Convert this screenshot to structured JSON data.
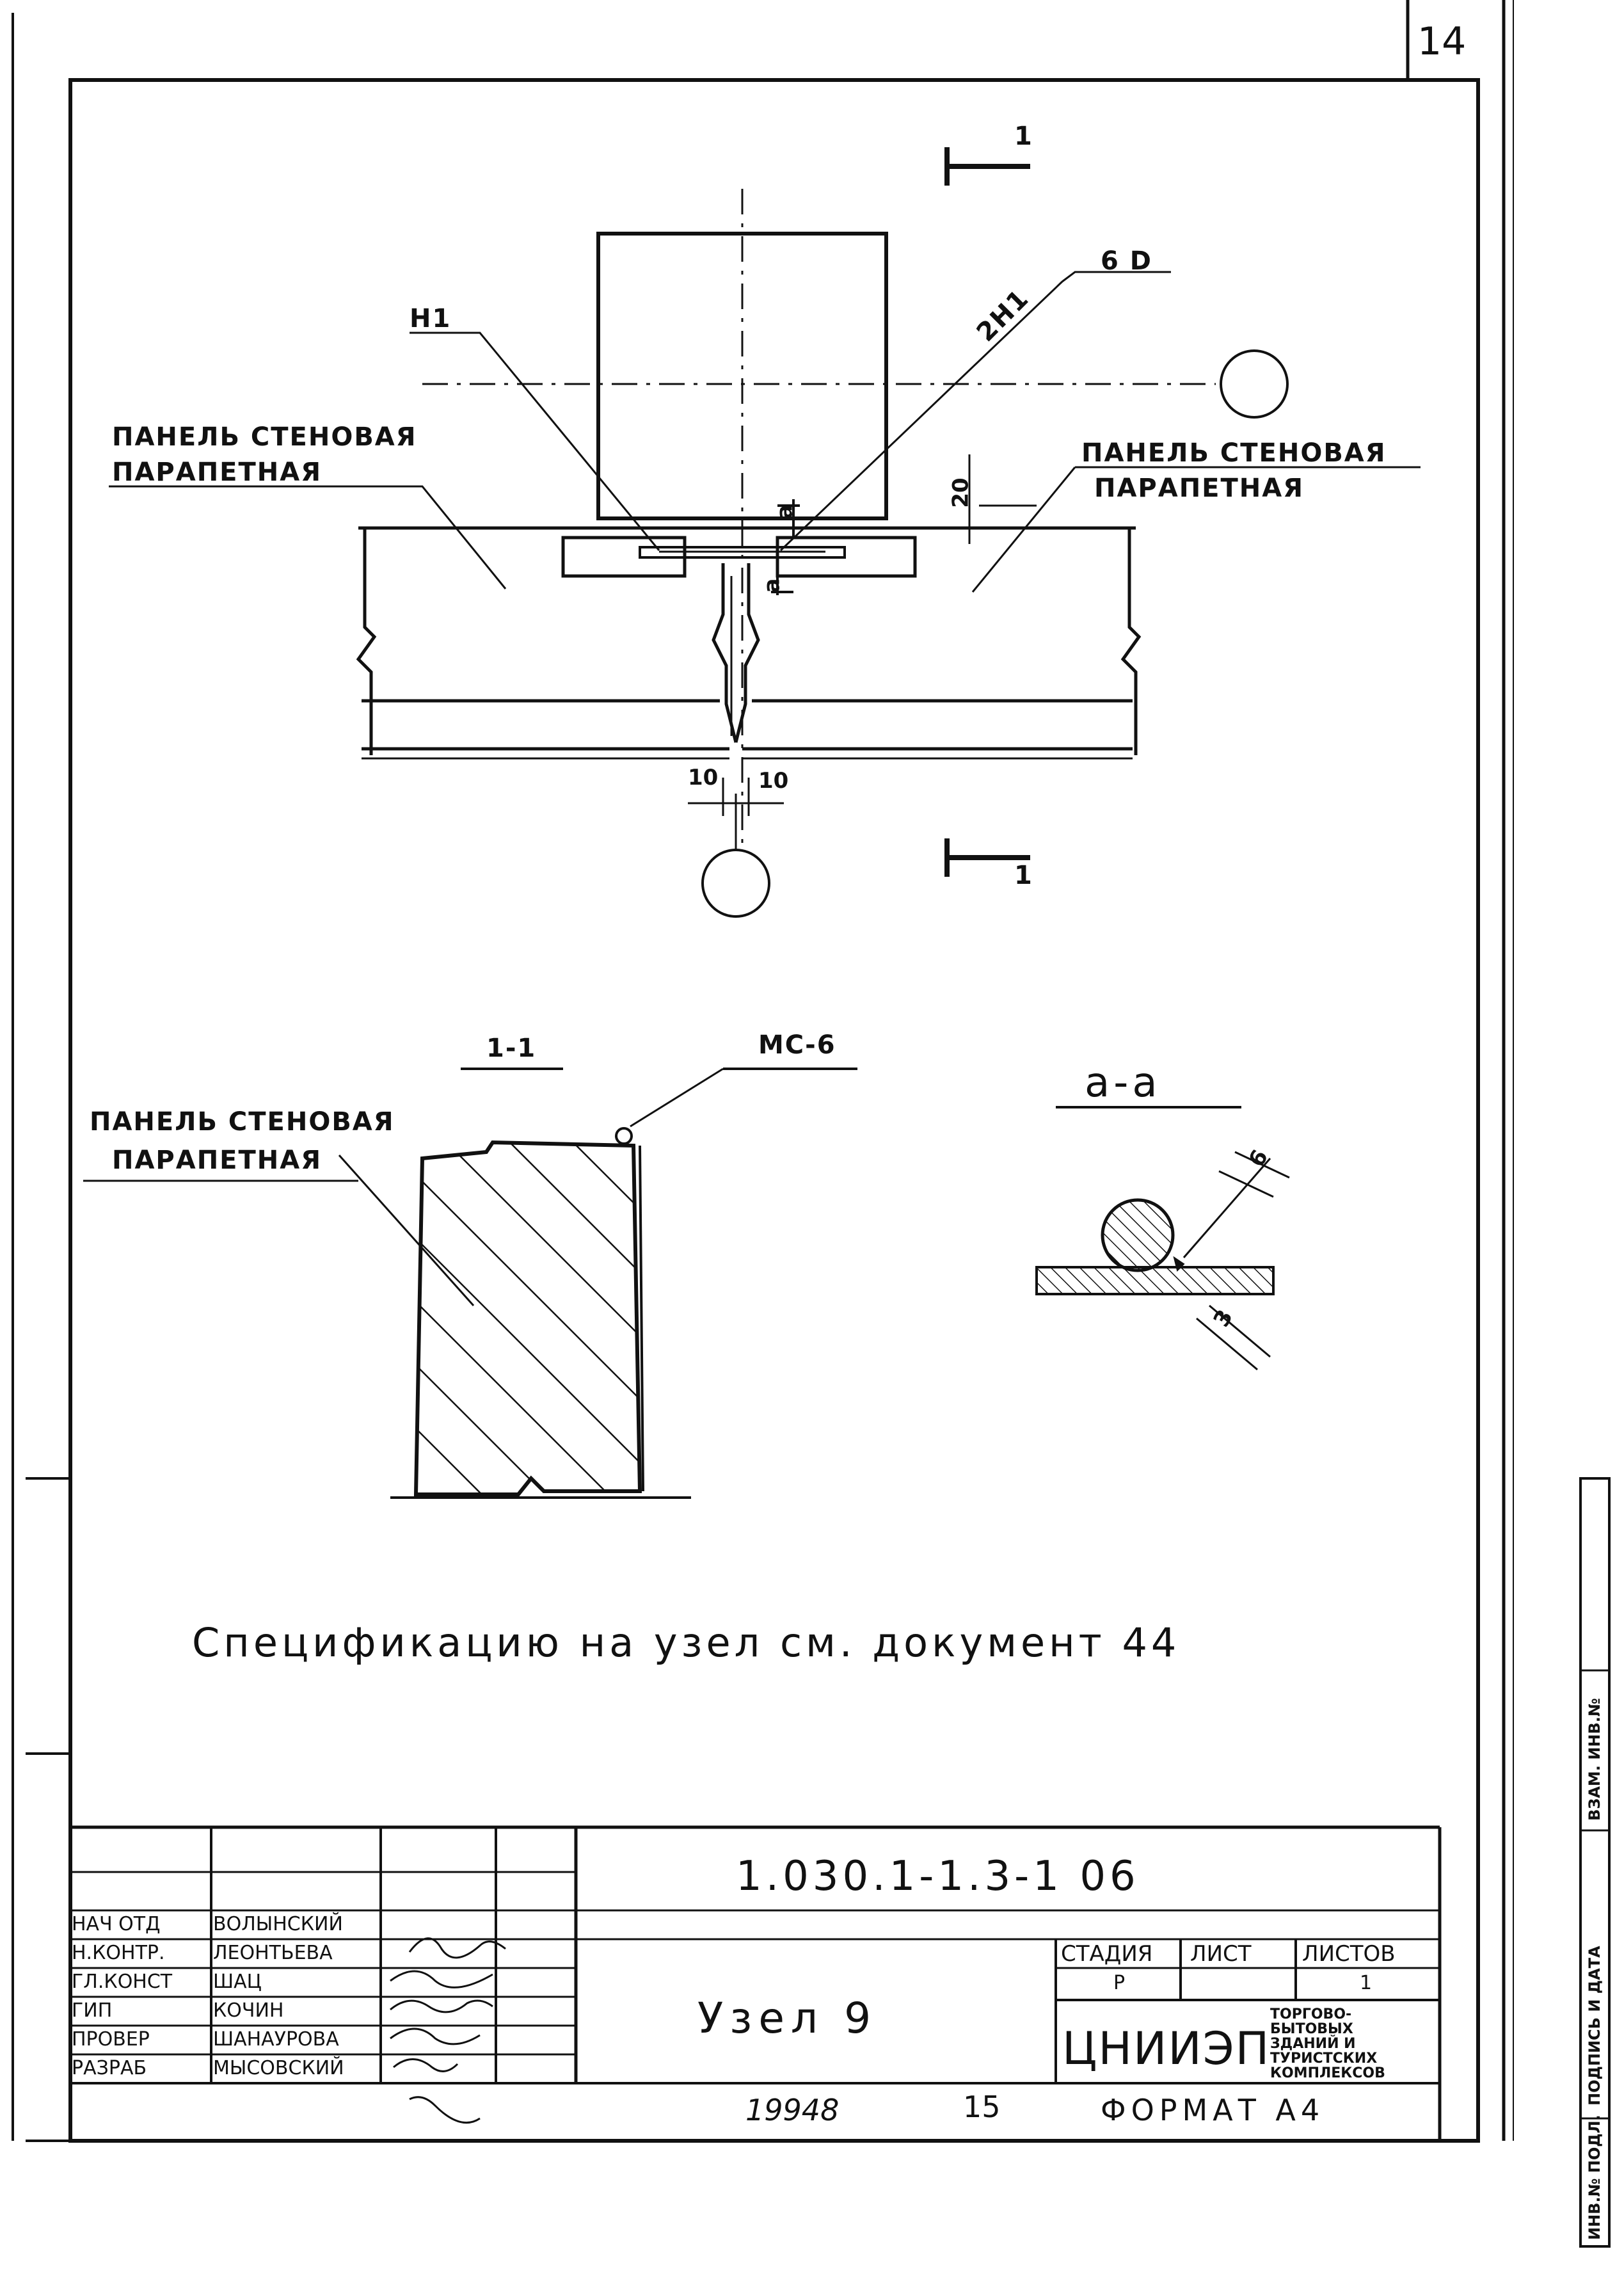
{
  "sheet": {
    "page_number": "14",
    "spec_note": "Спецификацию на узел см. документ 44",
    "code": "1.030.1-1.3-1 06",
    "title": "Узел 9",
    "format": "ФОРМАТ А4",
    "footer_left": "19948",
    "footer_mid": "15"
  },
  "plan": {
    "section_mark_top": "1",
    "section_mark_bottom": "1",
    "label_left_line1": "ПАНЕЛЬ СТЕНОВАЯ",
    "label_left_line2": "ПАРАПЕТНАЯ",
    "label_right_line1": "ПАНЕЛЬ СТЕНОВАЯ",
    "label_right_line2": "ПАРАПЕТНАЯ",
    "callout_n1": "Н1",
    "callout_2n1": "2Н1",
    "callout_6d": "6 D",
    "dim_20": "20",
    "dim_10_left": "10",
    "dim_10_right": "10",
    "mark_a_top": "a",
    "mark_a_bottom": "a"
  },
  "section_1_1": {
    "title": "1-1",
    "weld_label": "МС-6",
    "label_line1": "ПАНЕЛЬ СТЕНОВАЯ",
    "label_line2": "ПАРАПЕТНАЯ"
  },
  "section_a_a": {
    "title": "a-a",
    "dim_6": "6",
    "dim_3": "3"
  },
  "title_block": {
    "roles": [
      "НАЧ ОТД",
      "Н.КОНТР.",
      "ГЛ.КОНСТ",
      "ГИП",
      "ПРОВЕР",
      "РАЗРАБ"
    ],
    "names": [
      "ВОЛЫНСКИЙ",
      "ЛЕОНТЬЕВА",
      "ШАЦ",
      "КОЧИН",
      "ШАНАУРОВА",
      "МЫСОВСКИЙ"
    ],
    "stage_header": "СТАДИЯ",
    "sheet_header": "ЛИСТ",
    "sheets_header": "ЛИСТОВ",
    "stage_value": "Р",
    "sheet_value": "",
    "sheets_value": "1",
    "org": "ЦНИИЭП",
    "org_desc": [
      "ТОРГОВО-",
      "БЫТОВЫХ",
      "ЗДАНИЙ И",
      "ТУРИСТСКИХ",
      "КОМПЛЕКСОВ"
    ]
  },
  "side_stamp": {
    "labels": [
      "ИНВ.№ ПОДЛ.",
      "ПОДПИСЬ И ДАТА",
      "ВЗАМ. ИНВ.№"
    ]
  }
}
